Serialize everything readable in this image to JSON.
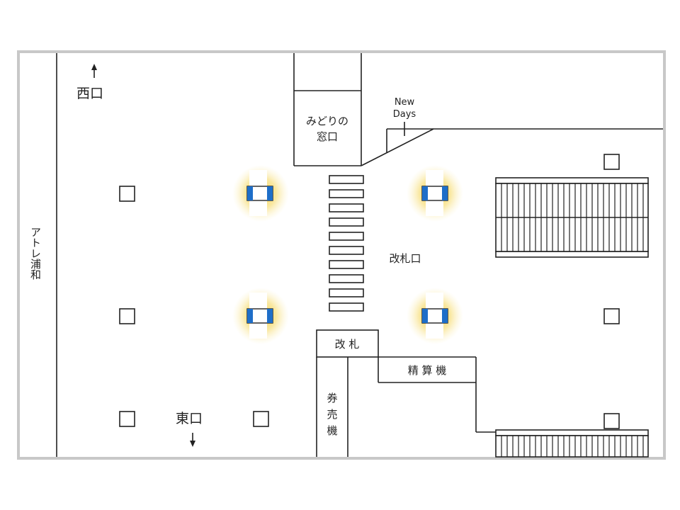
{
  "labels": {
    "west_exit": "西口",
    "east_exit": "東口",
    "atre": "アトレ浦和",
    "midori_line1": "みどりの",
    "midori_line2": "窓口",
    "newdays_line1": "New",
    "newdays_line2": "Days",
    "gate_area": "改札口",
    "gate": "改 札",
    "fare_adjust": "精 算 機",
    "ticket_machine": [
      "券",
      "売",
      "機"
    ]
  },
  "markers": {
    "count": 4,
    "color_glow": "#f6d65a",
    "color_screen": "#1e6ec8"
  },
  "colors": {
    "frame": "#c8c8c8",
    "line": "#222222"
  }
}
